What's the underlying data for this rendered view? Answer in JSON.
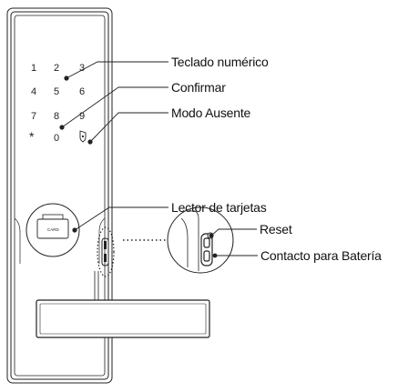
{
  "keypad": {
    "rows": [
      [
        "1",
        "2",
        "3"
      ],
      [
        "4",
        "5",
        "6"
      ],
      [
        "7",
        "8",
        "9"
      ],
      [
        "*",
        "0",
        ""
      ]
    ]
  },
  "card_reader": {
    "card_text": "CARD"
  },
  "callouts": {
    "keypad": "Teclado numérico",
    "confirm": "Confirmar",
    "away_mode": "Modo Ausente",
    "card_reader": "Lector de tarjetas",
    "reset": "Reset",
    "battery_contact": "Contacto para Batería"
  },
  "icons": {
    "away_mode": "shield-icon",
    "star": "asterisk-key"
  }
}
